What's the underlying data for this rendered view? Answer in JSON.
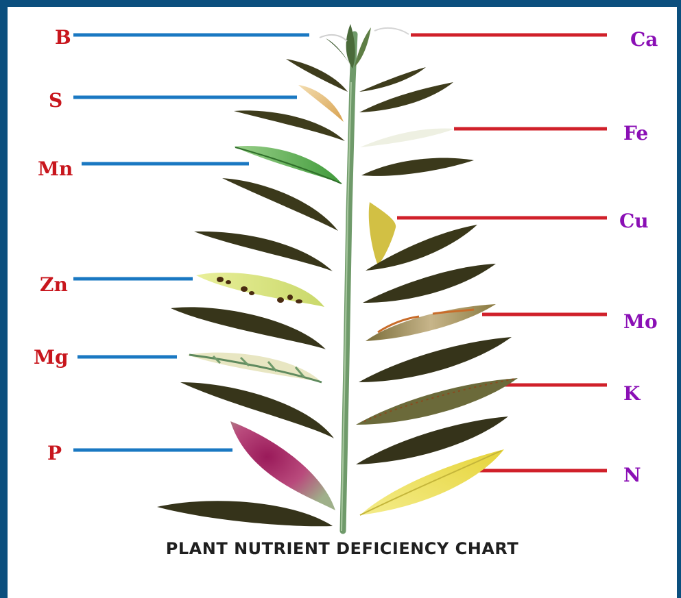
{
  "title": "PLANT NUTRIENT DEFICIENCY CHART",
  "colors": {
    "frame": "#0b4f7e",
    "left_lines": "#1a78c2",
    "right_lines": "#d0202a",
    "left_labels": "#c8161d",
    "right_labels": "#8a0fb5",
    "healthy_leaf": "#3d3b1c",
    "stem": "#6f9a6a"
  },
  "nutrients_left": [
    {
      "symbol": "B"
    },
    {
      "symbol": "S"
    },
    {
      "symbol": "Mn"
    },
    {
      "symbol": "Zn"
    },
    {
      "symbol": "Mg"
    },
    {
      "symbol": "P"
    }
  ],
  "nutrients_right": [
    {
      "symbol": "Ca"
    },
    {
      "symbol": "Fe"
    },
    {
      "symbol": "Cu"
    },
    {
      "symbol": "Mo"
    },
    {
      "symbol": "K"
    },
    {
      "symbol": "N"
    }
  ]
}
